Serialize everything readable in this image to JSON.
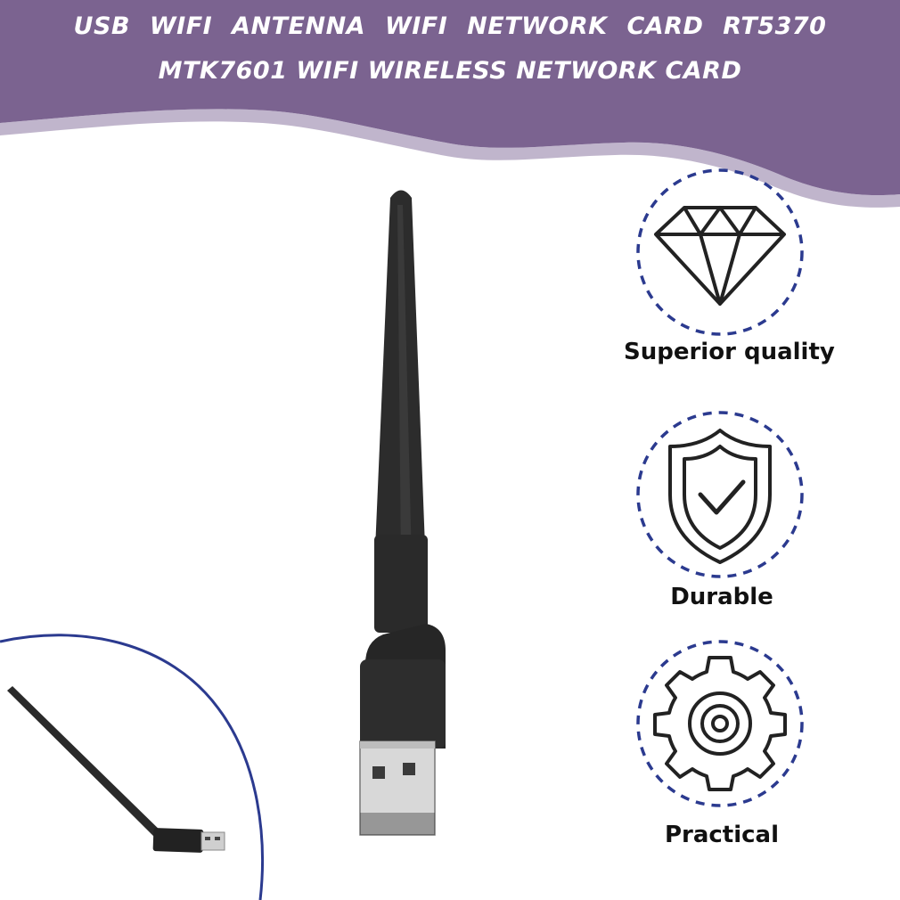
{
  "header": {
    "title_line1": "USB  WIFI  ANTENNA  WIFI  NETWORK  CARD  RT5370",
    "title_line2": "MTK7601 WIFI WIRELESS NETWORK CARD"
  },
  "features": [
    {
      "label": "Superior quality",
      "icon": "diamond-icon"
    },
    {
      "label": "Durable",
      "icon": "shield-check-icon"
    },
    {
      "label": "Practical",
      "icon": "gear-icon"
    }
  ],
  "colors": {
    "banner": "#7b6390",
    "ring": "#2b3a8f",
    "device": "#2a2a2a",
    "text_dark": "#111111"
  }
}
